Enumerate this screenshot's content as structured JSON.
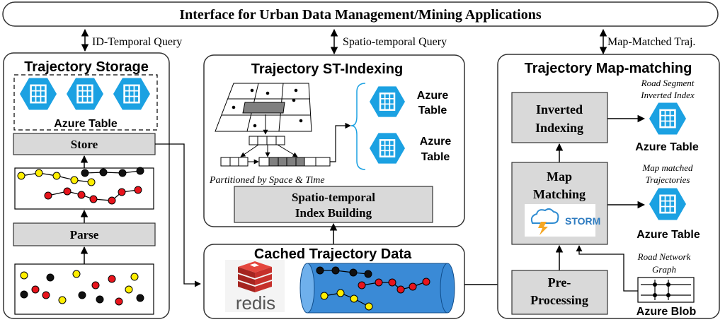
{
  "header": {
    "title": "Interface for Urban Data Management/Mining Applications"
  },
  "queries": {
    "id_temporal": "ID-Temporal Query",
    "spatio_temporal": "Spatio-temporal Query",
    "map_matched": "Map-Matched Traj."
  },
  "storage": {
    "title": "Trajectory Storage",
    "azure_label": "Azure Table",
    "store": "Store",
    "parse": "Parse"
  },
  "indexing": {
    "title": "Trajectory ST-Indexing",
    "partition_caption": "Partitioned by Space & Time",
    "index_line1": "Spatio-temporal",
    "index_line2": "Index Building",
    "azure1_line1": "Azure",
    "azure1_line2": "Table",
    "azure2_line1": "Azure",
    "azure2_line2": "Table"
  },
  "cache": {
    "title": "Cached Trajectory Data",
    "redis": "redis"
  },
  "mapmatch": {
    "title": "Trajectory Map-matching",
    "inverted_line1": "Inverted",
    "inverted_line2": "Indexing",
    "map_line1": "Map",
    "map_line2": "Matching",
    "storm": "STORM",
    "pre_line1": "Pre-",
    "pre_line2": "Processing",
    "road_seg_line1": "Road Segment",
    "road_seg_line2": "Inverted Index",
    "azure_a": "Azure Table",
    "mm_traj_line1": "Map matched",
    "mm_traj_line2": "Trajectories",
    "azure_b": "Azure Table",
    "road_net_line1": "Road Network",
    "road_net_line2": "Graph",
    "azure_blob": "Azure Blob"
  },
  "colors": {
    "azure": "#1ba1e2",
    "gray_box": "#d9d9d9",
    "panel_border": "#333333",
    "cylinder": "#3a8ad6",
    "redis": "#c6302b",
    "point_yellow": "#ffee00",
    "point_red": "#e8141c",
    "point_black": "#111111"
  }
}
